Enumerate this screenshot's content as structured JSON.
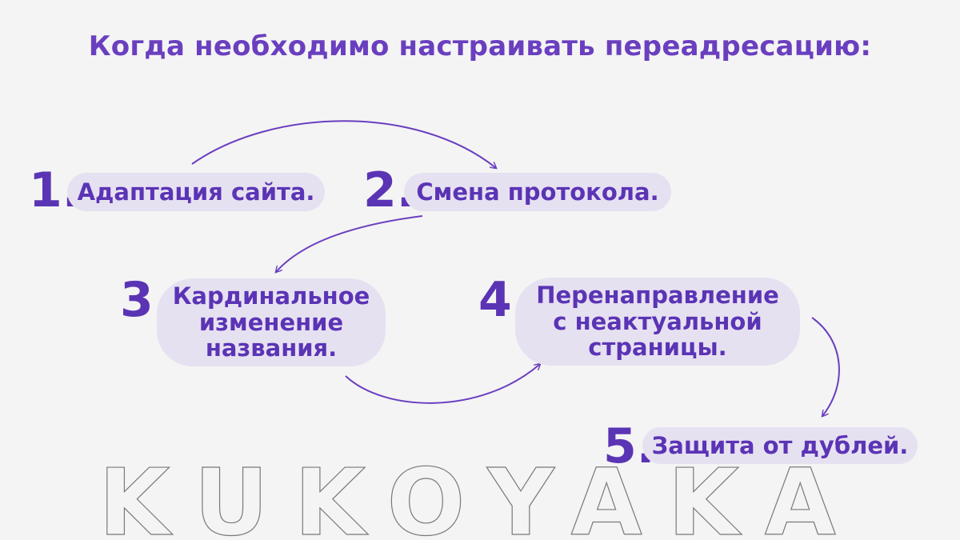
{
  "title": "Когда необходимо настраивать переадресацию:",
  "steps": [
    {
      "number": "1.",
      "label": "Адаптация сайта."
    },
    {
      "number": "2.",
      "label": "Смена протокола."
    },
    {
      "number": "3.",
      "label": "Кардинальное\nизменение\nназвания."
    },
    {
      "number": "4.",
      "label": "Перенаправление\nс неактуальной\nстраницы."
    },
    {
      "number": "5.",
      "label": "Защита от дублей."
    }
  ],
  "watermark": "KUKOYAKA",
  "colors": {
    "accent": "#5b34b5",
    "pill": "#e6e1f1",
    "background": "#f4f4f4"
  }
}
